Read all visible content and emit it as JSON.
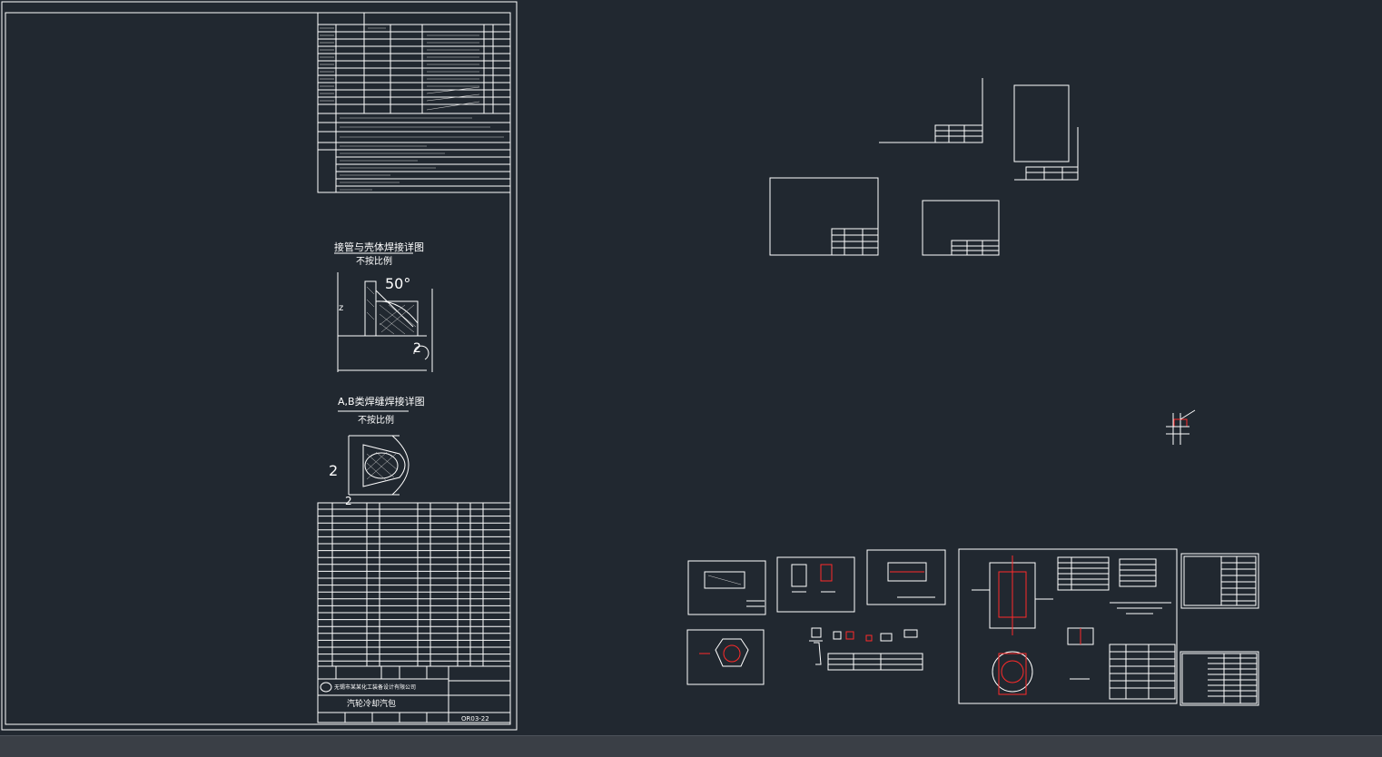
{
  "drawing": {
    "detail1_title": "接管与壳体焊接详图",
    "detail1_scale": "不按比例",
    "detail1_angle": "50°",
    "detail2_title": "A,B类焊缝焊接详图",
    "detail2_scale": "不按比例",
    "titleblock_name": "汽轮冷却汽包",
    "titleblock_company": "无锡市某某化工装备设计有限公司",
    "titleblock_code": "OR03-22"
  },
  "colors": {
    "background": "#212830",
    "lines": "#ffffff",
    "highlight": "#ff2a2a"
  }
}
